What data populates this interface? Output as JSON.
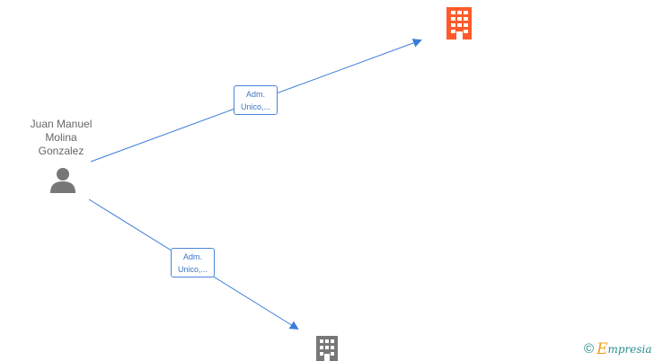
{
  "person": {
    "name_lines": [
      "Juan Manuel",
      "Molina",
      "Gonzalez"
    ],
    "icon": "person-icon"
  },
  "companies": [
    {
      "icon": "building-icon",
      "color": "#ff5a2b",
      "highlighted": true
    },
    {
      "icon": "building-icon",
      "color": "#777777",
      "highlighted": false
    }
  ],
  "relations": [
    {
      "line1": "Adm.",
      "line2": "Unico,...",
      "target": 0
    },
    {
      "line1": "Adm.",
      "line2": "Unico,...",
      "target": 1
    }
  ],
  "colors": {
    "edge": "#3b7dd8",
    "person": "#777777",
    "highlight_company": "#ff5a2b",
    "company": "#777777"
  },
  "footer": {
    "copyright_symbol": "©",
    "brand_first": "E",
    "brand_rest": "mpresia"
  }
}
